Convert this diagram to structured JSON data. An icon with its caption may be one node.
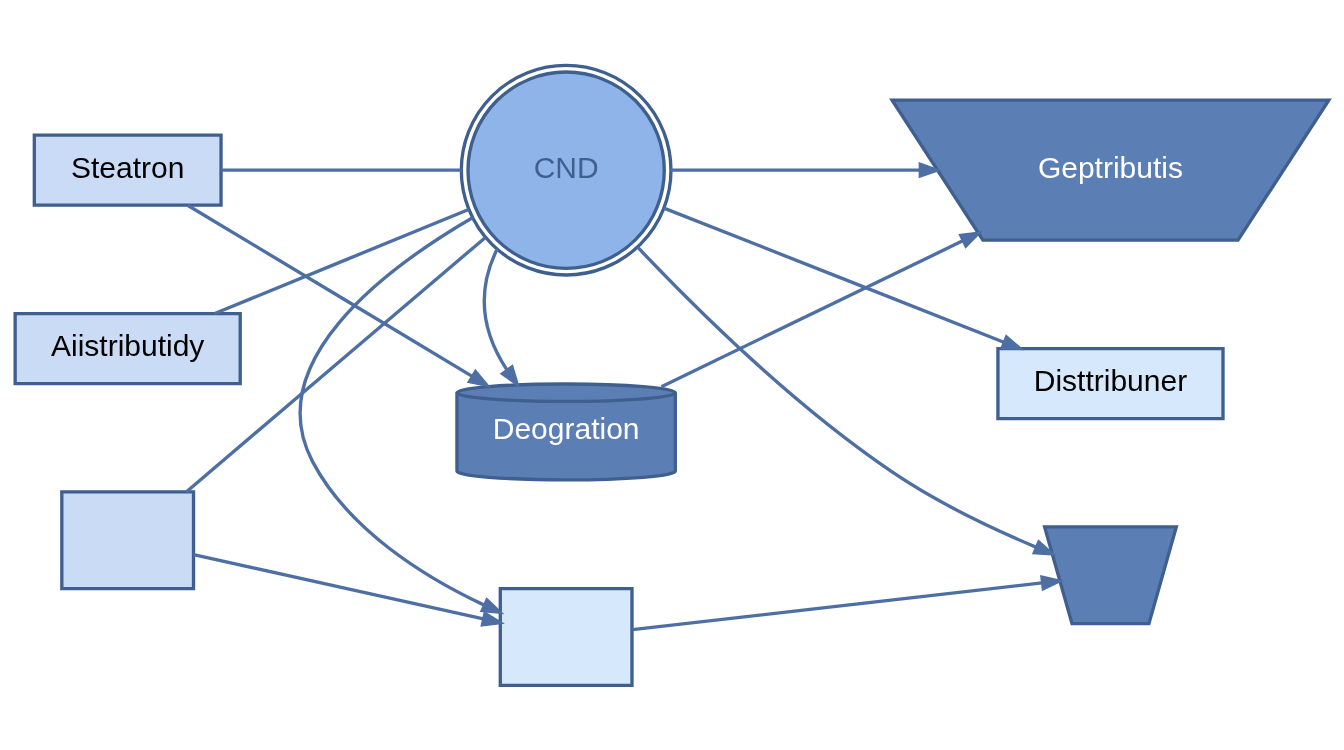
{
  "diagram": {
    "nodes": [
      {
        "text": [
          "Steatron"
        ]
      },
      {
        "text": [
          "Deogration"
        ]
      },
      {
        "text": [
          "Geptributis"
        ]
      },
      {
        "text": [
          "Aiistributidy"
        ]
      },
      {
        "text": [
          "CND"
        ]
      },
      {
        "text": [
          "Disttribuner"
        ]
      },
      {
        "text": [],
        "shape": "box"
      },
      {
        "text": [],
        "shape": "box"
      },
      {
        "text": [],
        "shape": "lamp"
      }
    ],
    "edges": [
      {
        "from": 0,
        "to": 1,
        "arrow": "to"
      },
      {
        "from": 1,
        "to": 2,
        "arrow": "to"
      },
      {
        "from": 0,
        "to": 4,
        "arrow": "none"
      },
      {
        "from": 4,
        "to": 1,
        "arrow": "to"
      },
      {
        "from": 4,
        "to": 2,
        "arrow": "to"
      },
      {
        "from": 3,
        "to": 4,
        "arrow": "none"
      },
      {
        "from": 4,
        "to": 5,
        "arrow": "to"
      },
      {
        "from": 6,
        "to": 4,
        "arrow": "none"
      },
      {
        "from": 4,
        "to": 7,
        "arrow": "to"
      },
      {
        "from": 4,
        "to": 8,
        "arrow": "to"
      },
      {
        "from": 6,
        "to": 7,
        "arrow": "to"
      },
      {
        "from": 7,
        "to": 8,
        "arrow": "to"
      }
    ]
  }
}
